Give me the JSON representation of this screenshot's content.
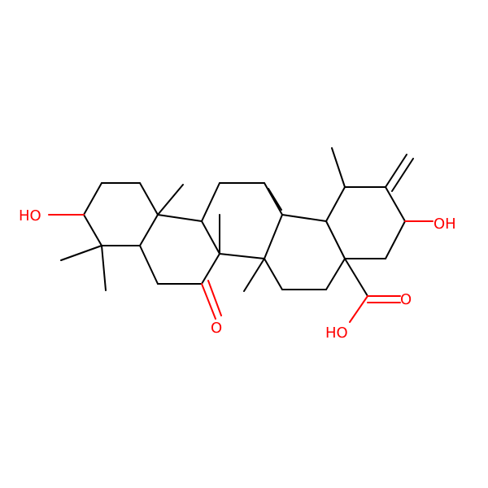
{
  "molecule": {
    "labels": {
      "hydroxyl_left": "HO",
      "hydroxyl_right": "OH",
      "ketone_oxygen": "O",
      "acid_carbonyl_oxygen": "O",
      "acid_hydroxyl": "HO"
    },
    "colors": {
      "bond": "#000000",
      "heteroatom": "#ff0000",
      "background": "#ffffff"
    }
  }
}
